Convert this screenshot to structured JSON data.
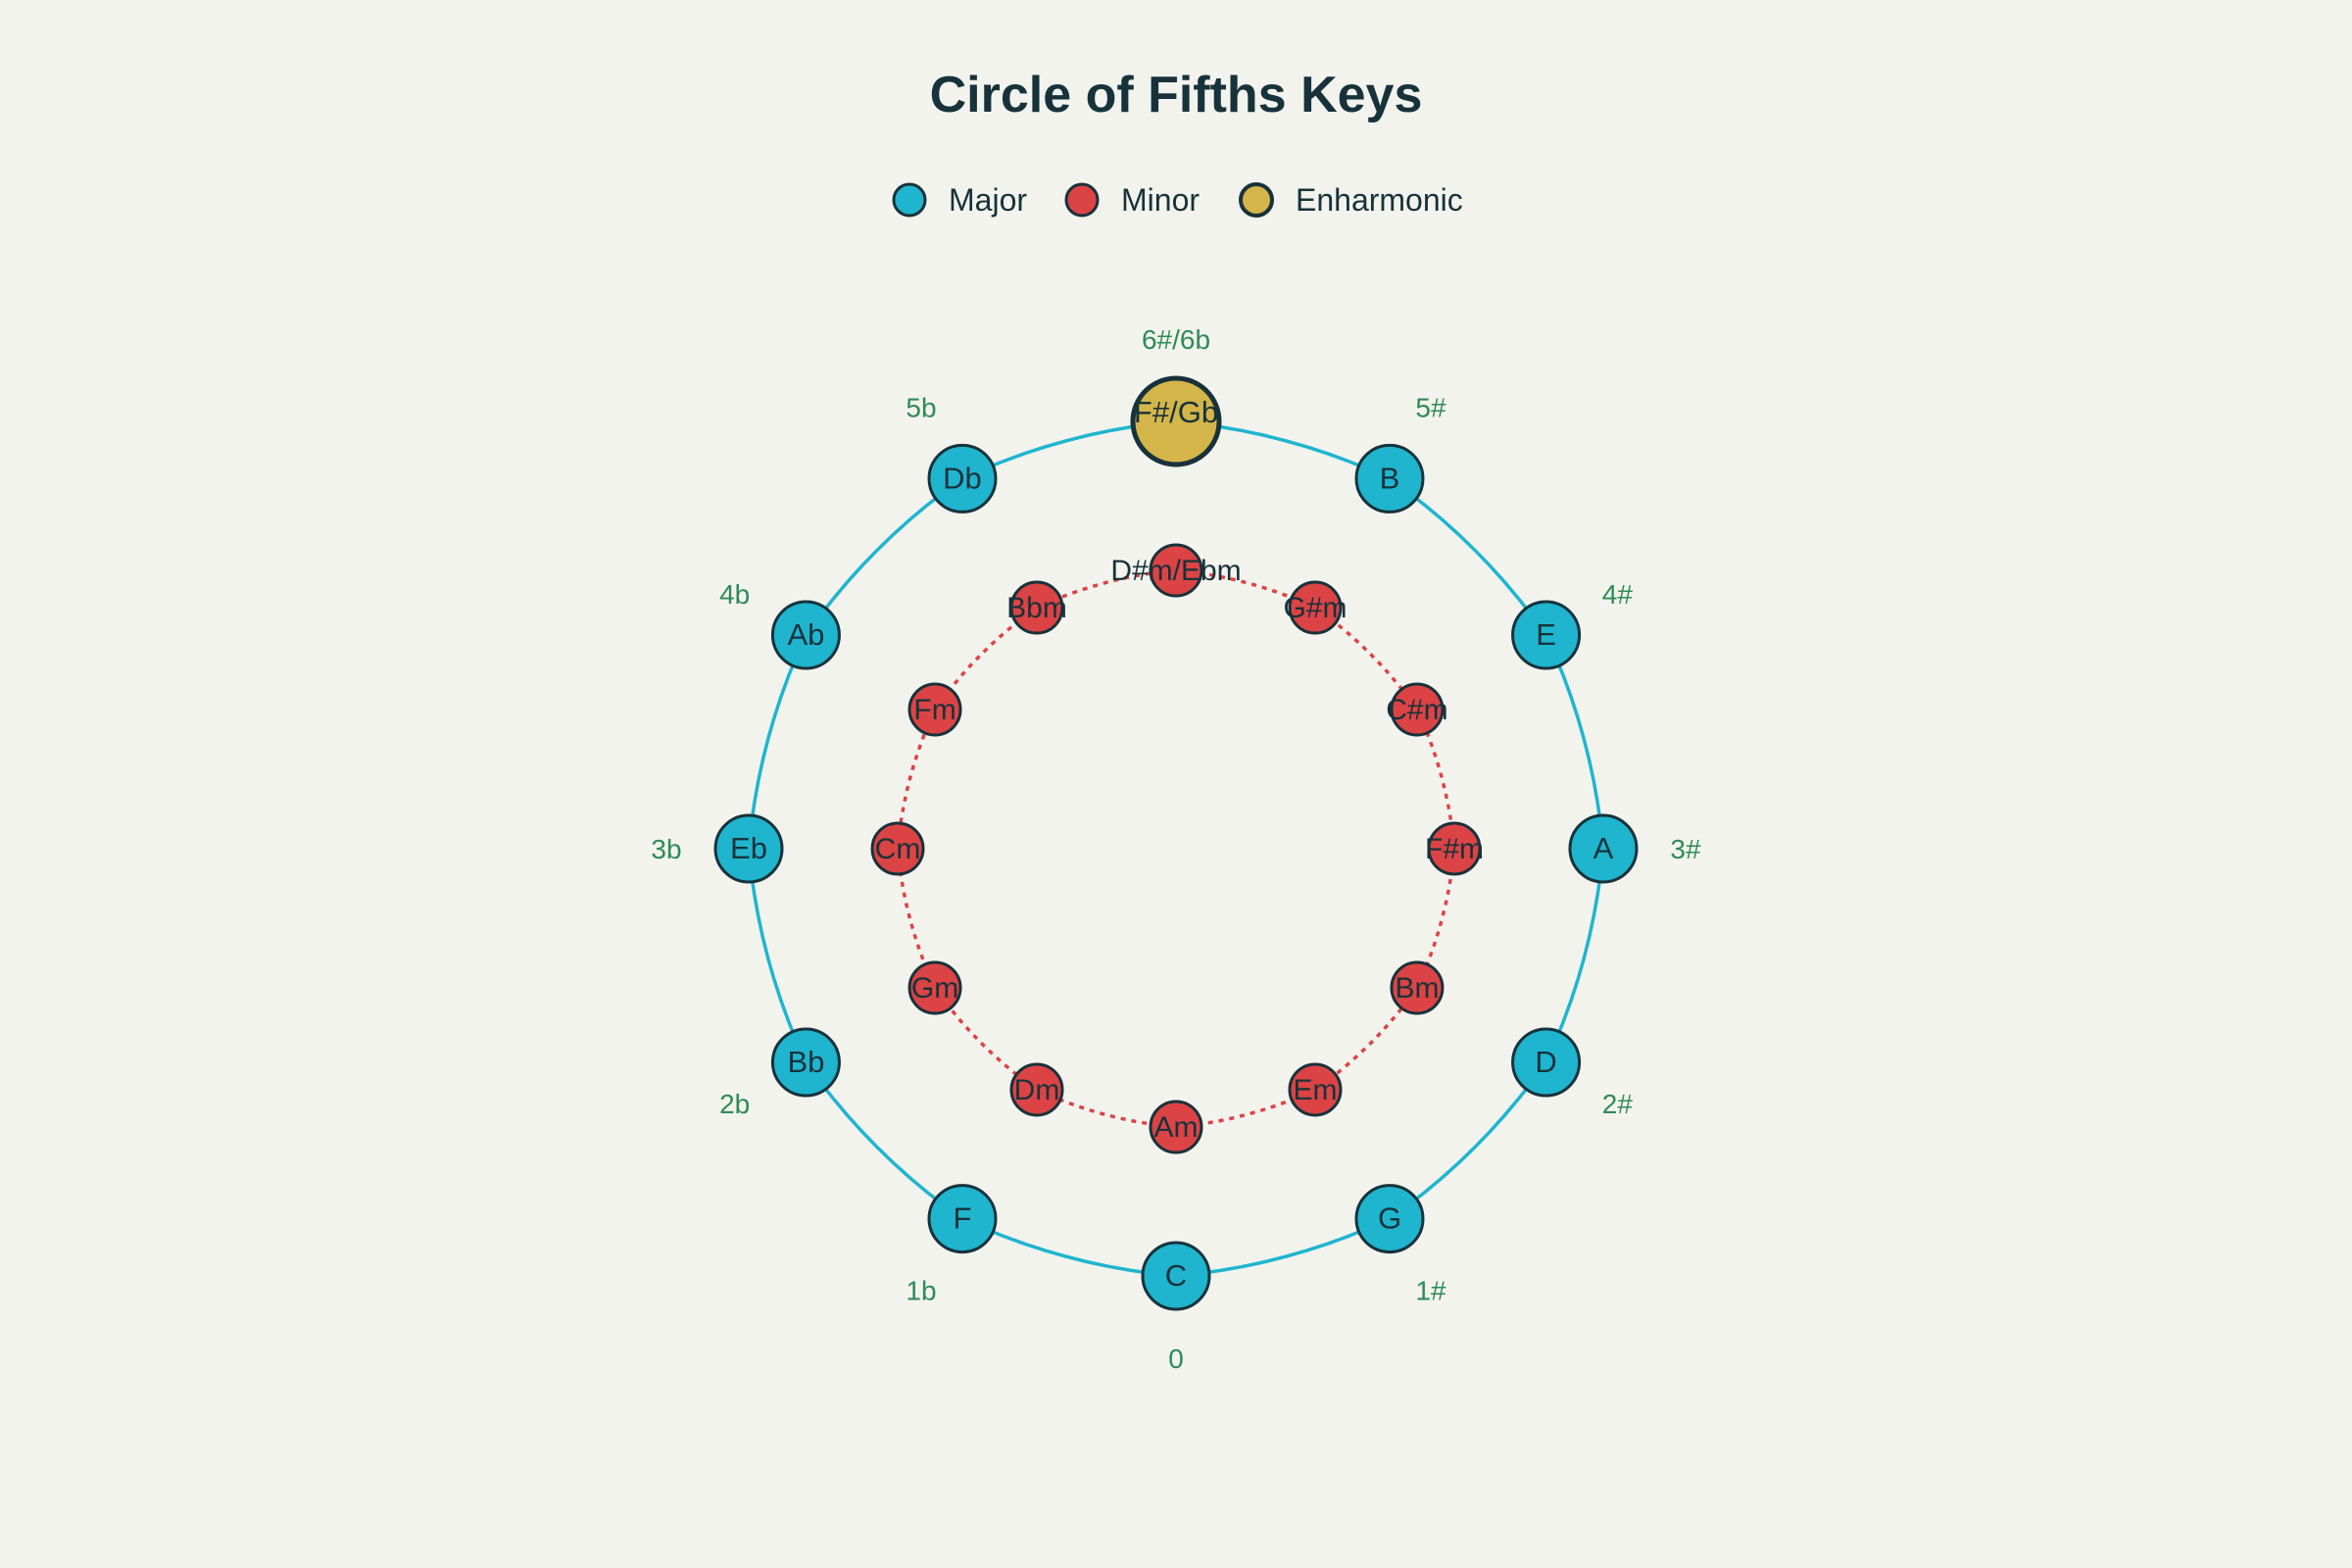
{
  "chart_data": {
    "type": "polar-scatter",
    "title": "Circle of Fifths Keys",
    "legend": {
      "placement": "top-center",
      "entries": [
        {
          "name": "Major",
          "color": "#1fb5cf"
        },
        {
          "name": "Minor",
          "color": "#dc4345"
        },
        {
          "name": "Enharmonic",
          "color": "#d4b54a"
        }
      ]
    },
    "colors": {
      "major": "#1fb5cf",
      "minor": "#dc4345",
      "enharmonic": "#d4b54a",
      "marker_outline": "#17323a",
      "accidental_label": "#2e8b57",
      "background": "#f3f3ee"
    },
    "rotation": "clockwise, position 0 at bottom",
    "major_keys": [
      {
        "pos": 0,
        "label": "C"
      },
      {
        "pos": 1,
        "label": "G"
      },
      {
        "pos": 2,
        "label": "D"
      },
      {
        "pos": 3,
        "label": "A"
      },
      {
        "pos": 4,
        "label": "E"
      },
      {
        "pos": 5,
        "label": "B"
      },
      {
        "pos": 6,
        "label": "F#/Gb",
        "enharmonic": true
      },
      {
        "pos": 7,
        "label": "Db"
      },
      {
        "pos": 8,
        "label": "Ab"
      },
      {
        "pos": 9,
        "label": "Eb"
      },
      {
        "pos": 10,
        "label": "Bb"
      },
      {
        "pos": 11,
        "label": "F"
      }
    ],
    "minor_keys": [
      {
        "pos": 0,
        "label": "Am"
      },
      {
        "pos": 1,
        "label": "Em"
      },
      {
        "pos": 2,
        "label": "Bm"
      },
      {
        "pos": 3,
        "label": "F#m"
      },
      {
        "pos": 4,
        "label": "C#m"
      },
      {
        "pos": 5,
        "label": "G#m"
      },
      {
        "pos": 6,
        "label": "D#m/Ebm"
      },
      {
        "pos": 7,
        "label": "Bbm"
      },
      {
        "pos": 8,
        "label": "Fm"
      },
      {
        "pos": 9,
        "label": "Cm"
      },
      {
        "pos": 10,
        "label": "Gm"
      },
      {
        "pos": 11,
        "label": "Dm"
      }
    ],
    "accidentals": [
      {
        "pos": 0,
        "label": "0"
      },
      {
        "pos": 1,
        "label": "1#"
      },
      {
        "pos": 2,
        "label": "2#"
      },
      {
        "pos": 3,
        "label": "3#"
      },
      {
        "pos": 4,
        "label": "4#"
      },
      {
        "pos": 5,
        "label": "5#"
      },
      {
        "pos": 6,
        "label": "6#/6b"
      },
      {
        "pos": 7,
        "label": "5b"
      },
      {
        "pos": 8,
        "label": "4b"
      },
      {
        "pos": 9,
        "label": "3b"
      },
      {
        "pos": 10,
        "label": "2b"
      },
      {
        "pos": 11,
        "label": "1b"
      }
    ]
  }
}
